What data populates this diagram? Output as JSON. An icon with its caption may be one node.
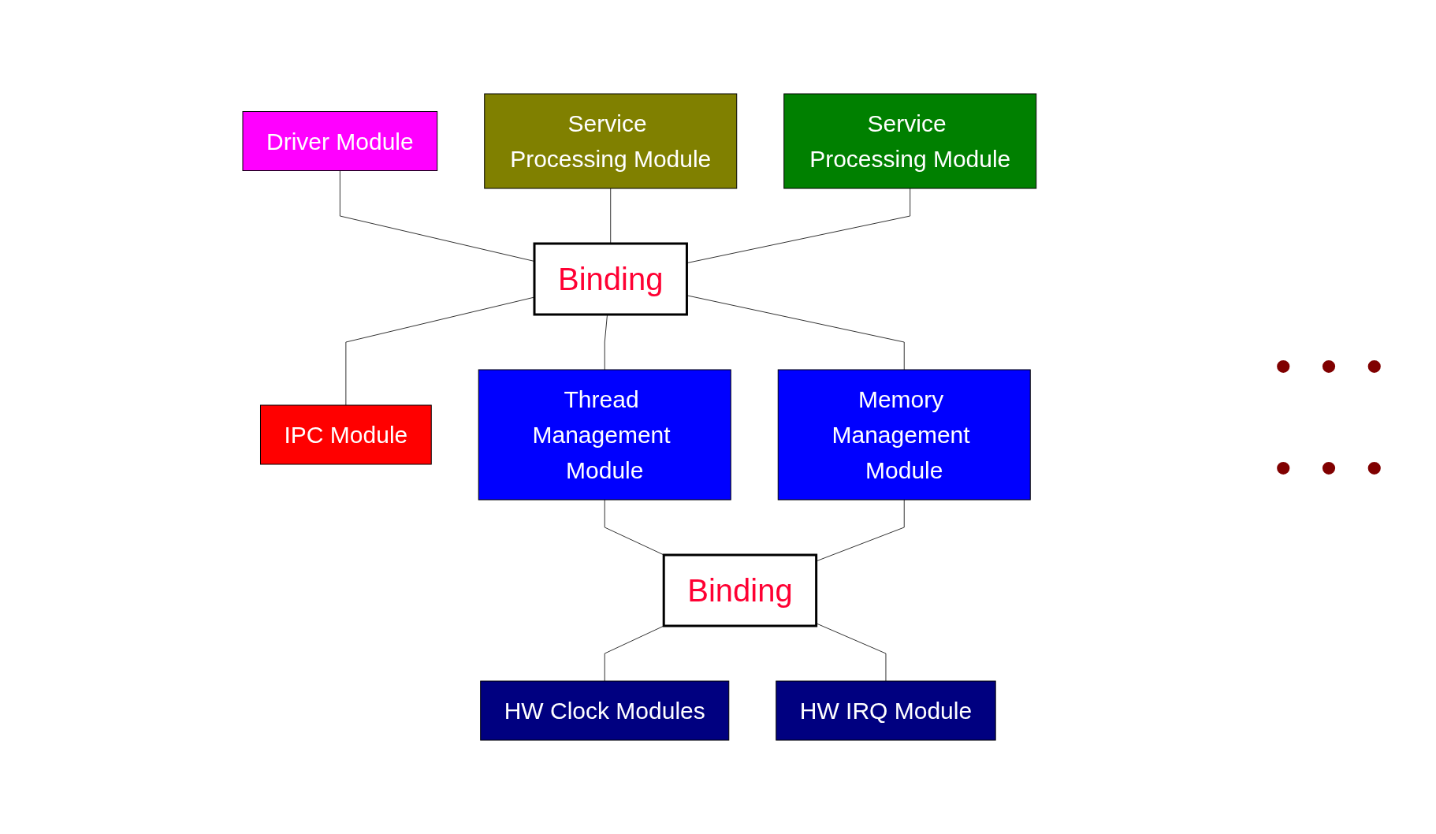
{
  "diagram": {
    "nodes": [
      {
        "text": [
          "Driver Module"
        ]
      },
      {
        "text": [
          "Service Processing Module"
        ]
      },
      {
        "text": [
          "Service Processing Module"
        ]
      },
      {
        "text": [
          "Binding"
        ]
      },
      {
        "text": [
          "IPC Module"
        ]
      },
      {
        "text": [
          "Thread Management Module"
        ]
      },
      {
        "text": [
          "Memory Management Module"
        ]
      },
      {
        "text": [
          "Binding"
        ]
      },
      {
        "text": [
          "HW Clock Modules"
        ]
      },
      {
        "text": [
          "HW IRQ Module"
        ]
      }
    ],
    "edges": [
      {
        "from": 0,
        "to": 3,
        "arrow": "none"
      },
      {
        "from": 1,
        "to": 3,
        "arrow": "none"
      },
      {
        "from": 2,
        "to": 3,
        "arrow": "none"
      },
      {
        "from": 3,
        "to": 4,
        "arrow": "none"
      },
      {
        "from": 3,
        "to": 5,
        "arrow": "none"
      },
      {
        "from": 3,
        "to": 6,
        "arrow": "none"
      },
      {
        "from": 5,
        "to": 7,
        "arrow": "none"
      },
      {
        "from": 6,
        "to": 7,
        "arrow": "none"
      },
      {
        "from": 7,
        "to": 8,
        "arrow": "none"
      },
      {
        "from": 7,
        "to": 9,
        "arrow": "none"
      }
    ],
    "labels": [
      "• • •",
      "• • •"
    ]
  }
}
